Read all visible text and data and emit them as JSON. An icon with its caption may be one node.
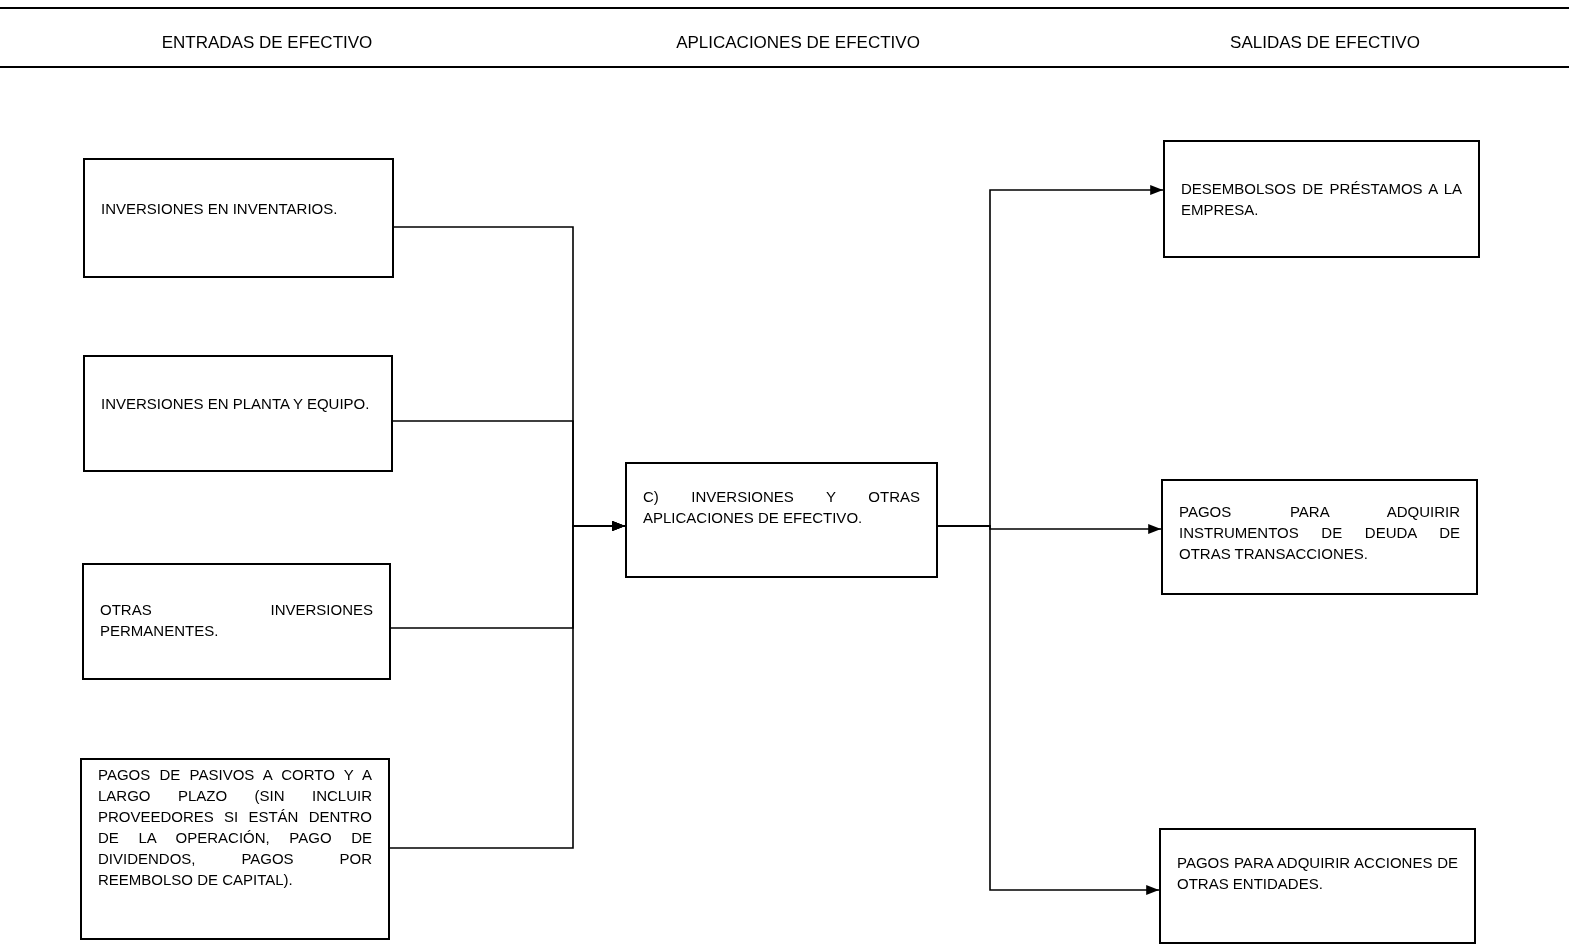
{
  "diagram": {
    "nodes": [
      {
        "text": [
          "INVERSIONES EN INVENTARIOS."
        ]
      },
      {
        "text": [
          "INVERSIONES EN PLANTA Y EQUIPO."
        ]
      },
      {
        "text": [
          "OTRAS INVERSIONES PERMANENTES."
        ]
      },
      {
        "text": [
          "PAGOS DE PASIVOS A CORTO Y A LARGO PLAZO (SIN INCLUIR PROVEEDORES SI ESTÁN DENTRO DE LA OPERACIÓN, PAGO DE DIVIDENDOS, PAGOS POR REEMBOLSO DE CAPITAL)."
        ]
      },
      {
        "text": [
          "C) INVERSIONES Y OTRAS APLICACIONES DE EFECTIVO."
        ]
      },
      {
        "text": [
          "DESEMBOLSOS DE PRÉSTAMOS A LA EMPRESA."
        ]
      },
      {
        "text": [
          "PAGOS PARA ADQUIRIR INSTRUMENTOS DE DEUDA DE OTRAS TRANSACCIONES."
        ]
      },
      {
        "text": [
          "PAGOS PARA ADQUIRIR ACCIONES DE OTRAS ENTIDADES."
        ]
      }
    ],
    "edges": [
      {
        "from": 0,
        "to": 4,
        "arrow": "to"
      },
      {
        "from": 1,
        "to": 4,
        "arrow": "to"
      },
      {
        "from": 2,
        "to": 4,
        "arrow": "to"
      },
      {
        "from": 3,
        "to": 4,
        "arrow": "to"
      },
      {
        "from": 4,
        "to": 5,
        "arrow": "to"
      },
      {
        "from": 4,
        "to": 6,
        "arrow": "to"
      },
      {
        "from": 4,
        "to": 7,
        "arrow": "to"
      }
    ],
    "labels": [
      "ENTRADAS DE EFECTIVO",
      "APLICACIONES DE EFECTIVO",
      "SALIDAS DE EFECTIVO"
    ]
  }
}
